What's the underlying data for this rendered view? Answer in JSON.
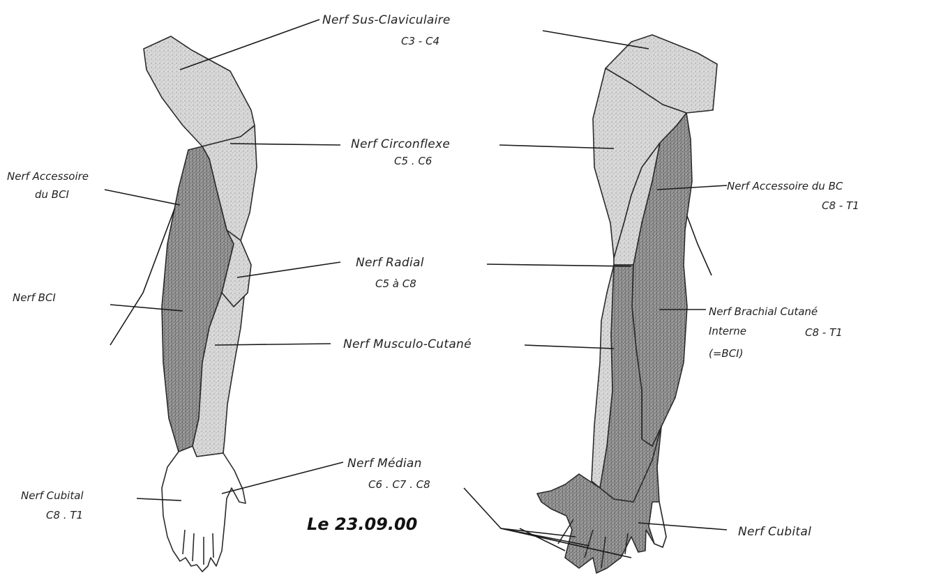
{
  "labels": {
    "sus_claviculaire": "Nerf Sus-Claviculaire",
    "sus_claviculaire_roots": "C3 - C4",
    "circonflexe": "Nerf Circonflexe",
    "circonflexe_roots": "C5 . C6",
    "accessoire_bci_left_1": "Nerf Accessoire",
    "accessoire_bci_left_2": "du BCI",
    "accessoire_bc_right": "Nerf Accessoire du BC",
    "accessoire_bc_right_roots": "C8 - T1",
    "radial": "Nerf Radial",
    "radial_roots": "C5 à C8",
    "bci_left": "Nerf BCI",
    "brachial_cutane_interne_1": "Nerf Brachial Cutané",
    "brachial_cutane_interne_2": "Interne",
    "brachial_cutane_interne_roots": "C8 - T1",
    "brachial_cutane_interne_3": "(=BCI)",
    "musculo_cutane": "Nerf Musculo-Cutané",
    "median": "Nerf Médian",
    "median_roots": "C6 . C7 . C8",
    "cubital_left": "Nerf Cubital",
    "cubital_left_roots": "C8 . T1",
    "cubital_right": "Nerf Cubital",
    "date": "Le 23.09.00"
  },
  "colors": {
    "paper": "#ffffff",
    "light_stipple": "#cfcfcf",
    "dark_stipple": "#8a8a8a",
    "ink": "#1a1a1a"
  }
}
